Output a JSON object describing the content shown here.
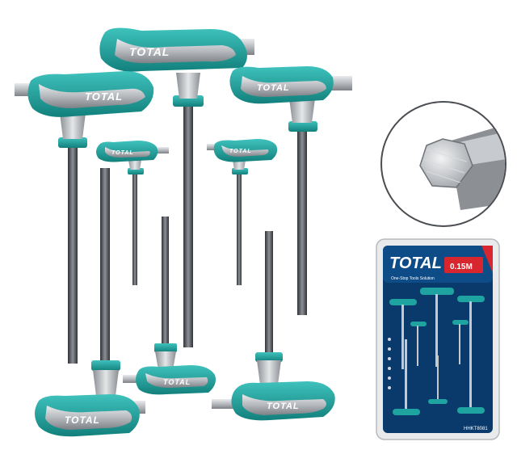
{
  "brand": "TOTAL",
  "colors": {
    "accent": "#1fa3a0",
    "accent_dark": "#117f7d",
    "steel": "#b9bcc0",
    "steel_dark": "#6f7378",
    "shaft": "#4a4d52",
    "pack_blue": "#0a3a6b",
    "pack_red": "#d8262e"
  },
  "pack": {
    "brand": "TOTAL",
    "badge": "0.15M",
    "tagline": "One-Stop Tools Solution",
    "model": "HHKT8081"
  }
}
